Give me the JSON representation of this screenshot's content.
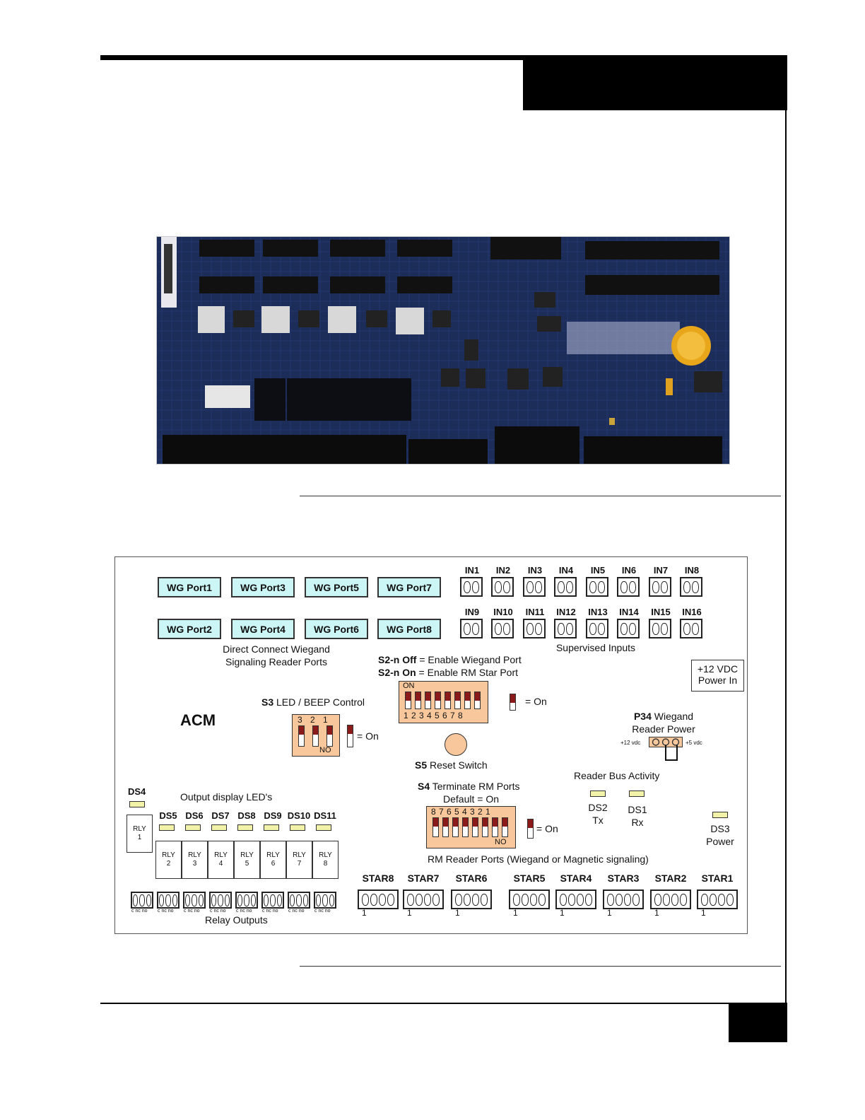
{
  "diagram": {
    "acm_label": "ACM",
    "wg_ports": [
      "WG Port1",
      "WG Port3",
      "WG Port5",
      "WG Port7",
      "WG Port2",
      "WG Port4",
      "WG Port6",
      "WG Port8"
    ],
    "wg_caption": [
      "Direct Connect Wiegand",
      "Signaling Reader Ports"
    ],
    "inputs": [
      "IN1",
      "IN2",
      "IN3",
      "IN4",
      "IN5",
      "IN6",
      "IN7",
      "IN8",
      "IN9",
      "IN10",
      "IN11",
      "IN12",
      "IN13",
      "IN14",
      "IN15",
      "IN16"
    ],
    "inputs_caption": "Supervised Inputs",
    "power_in": [
      "+12 VDC",
      "Power In"
    ],
    "s2": {
      "off_bold": "S2-n Off",
      "off_text": " = Enable Wiegand Port",
      "on_bold": "S2-n On",
      "on_text": " = Enable RM Star Port",
      "on_mark": "ON",
      "numbers": "1 2 3 4 5 6 7 8",
      "legend": "= On"
    },
    "s3": {
      "bold": "S3",
      "text": " LED / BEEP Control",
      "numbers": "3 2 1",
      "on_mark": "NO",
      "legend": "= On"
    },
    "s5": {
      "bold": "S5",
      "text": " Reset Switch"
    },
    "p34": {
      "bold": "P34",
      "text": " Wiegand",
      "line2": "Reader Power",
      "left": "+12 vdc",
      "right": "+5 vdc"
    },
    "s4": {
      "bold": "S4",
      "text": " Terminate RM Ports",
      "line2": "Default = On",
      "numbers": "8 7 6 5 4 3 2 1",
      "on_mark": "NO",
      "legend": "= On"
    },
    "reader_bus": "Reader Bus Activity",
    "ds2": [
      "DS2",
      "Tx"
    ],
    "ds1": [
      "DS1",
      "Rx"
    ],
    "ds3": [
      "DS3",
      "Power"
    ],
    "ds4": "DS4",
    "output_leds_caption": "Output display LED's",
    "ds_outputs": [
      "DS5",
      "DS6",
      "DS7",
      "DS8",
      "DS9",
      "DS10",
      "DS11"
    ],
    "relays": [
      [
        "RLY",
        "1"
      ],
      [
        "RLY",
        "2"
      ],
      [
        "RLY",
        "3"
      ],
      [
        "RLY",
        "4"
      ],
      [
        "RLY",
        "5"
      ],
      [
        "RLY",
        "6"
      ],
      [
        "RLY",
        "7"
      ],
      [
        "RLY",
        "8"
      ]
    ],
    "relay_terminal_label": "c nc no",
    "relay_caption": "Relay Outputs",
    "rm_caption": "RM Reader Ports (Wiegand or Magnetic signaling)",
    "stars": [
      "STAR8",
      "STAR7",
      "STAR6",
      "STAR5",
      "STAR4",
      "STAR3",
      "STAR2",
      "STAR1"
    ],
    "star_pin": "1"
  },
  "colors": {
    "port_fill": "#ccf5f5",
    "dip_fill": "#f8c89c",
    "switch_red": "#8b1a1a",
    "led_fill": "#f2f2a8",
    "board_blue": "#1a2a54"
  }
}
